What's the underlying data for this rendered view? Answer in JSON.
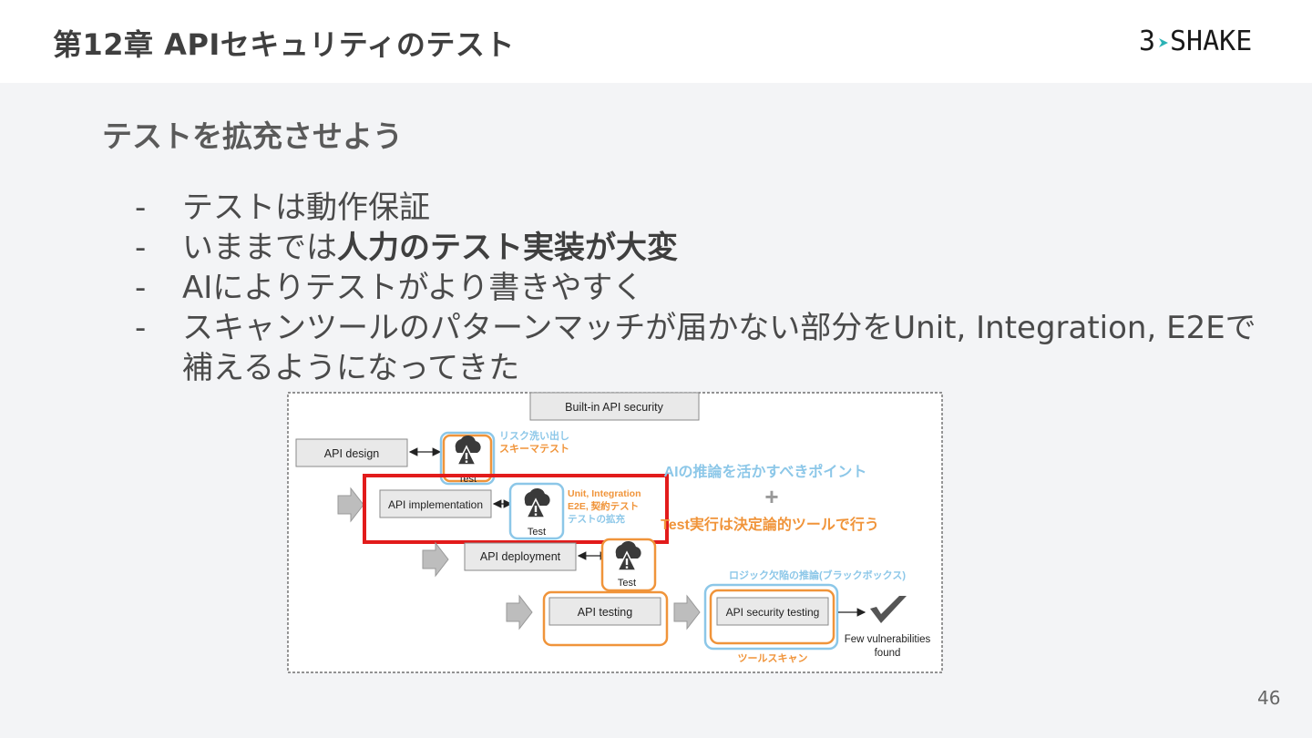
{
  "header": {
    "chapter_title": "第12章 APIセキュリティのテスト",
    "logo_left": "3",
    "logo_right": "SHAKE"
  },
  "slide": {
    "section_title": "テストを拡充させよう",
    "bullet_marker": "-",
    "bullets": [
      {
        "text": "テストは動作保証"
      },
      {
        "text_plain": "いままでは",
        "text_bold": "人力のテスト実装が大変"
      },
      {
        "text": "AIによりテストがより書きやすく"
      },
      {
        "text": "スキャンツールのパターンマッチが届かない部分をUnit, Integration, E2Eで補えるようになってきた"
      }
    ],
    "page_number": "46"
  },
  "diagram": {
    "builtin": "Built-in API security",
    "api_design": "API design",
    "api_implementation": "API implementation",
    "api_deployment": "API deployment",
    "api_testing": "API testing",
    "api_security_testing": "API security testing",
    "test_label": "Test",
    "result_line1": "Few vulnerabilities",
    "result_line2": "found",
    "note_risk_1": "リスク洗い出し",
    "note_risk_2": "スキーマテスト",
    "note_unit_1": "Unit, Integration",
    "note_unit_2": "E2E, 契約テスト",
    "note_unit_3": "テストの拡充",
    "ai_point": "AIの推論を活かすべきポイント",
    "plus": "+",
    "deterministic": "Test実行は決定論的ツールで行う",
    "logic_flaw": "ロジック欠陥の推論(ブラックボックス)",
    "tool_scan": "ツールスキャン",
    "colors": {
      "blue": "#8cc7e8",
      "orange": "#f0943a",
      "red": "#e21b1b",
      "box": "#e9e9e9"
    }
  }
}
